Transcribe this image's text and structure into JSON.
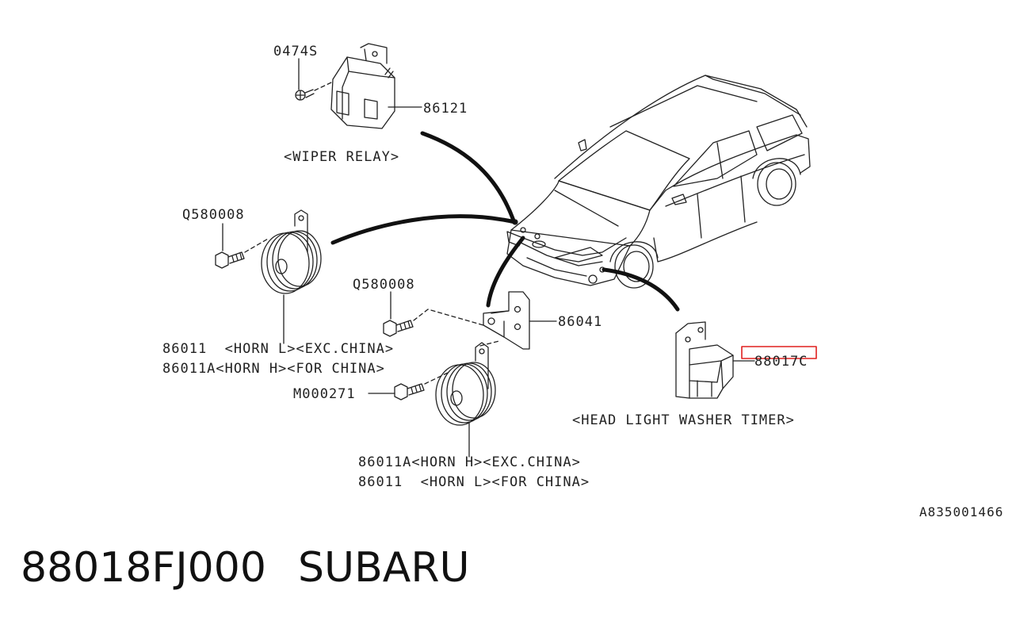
{
  "parts": {
    "wiper_screw": "0474S",
    "wiper_relay_no": "86121",
    "wiper_relay_name": "<WIPER RELAY>",
    "horn_bolt_1": "Q580008",
    "horn_bolt_2": "Q580008",
    "bracket": "86041",
    "horn_upper_line1": "86011  <HORN L><EXC.CHINA>",
    "horn_upper_line2": "86011A<HORN H><FOR CHINA>",
    "horn_bolt_3": "M000271",
    "horn_lower_line1": "86011A<HORN H><EXC.CHINA>",
    "horn_lower_line2": "86011  <HORN L><FOR CHINA>",
    "timer_no": "88017C",
    "timer_name": "<HEAD LIGHT WASHER TIMER>"
  },
  "diagram_ref": "A835001466",
  "footer": {
    "part_number": "88018FJ000",
    "brand": "SUBARU"
  },
  "highlight_color": "#e0201f"
}
